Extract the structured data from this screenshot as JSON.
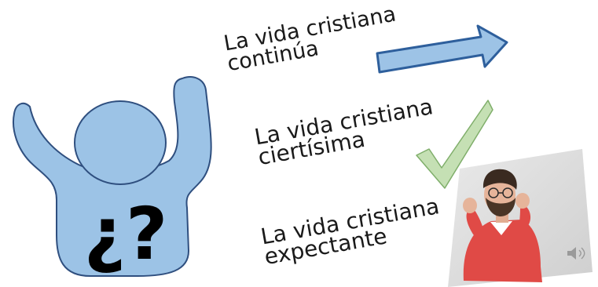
{
  "slide": {
    "figure_symbol": "¿?",
    "phrases": [
      {
        "line1": "La vida cristiana",
        "line2": "continúa",
        "marker": "arrow-right-icon"
      },
      {
        "line1": "La vida cristiana",
        "line2": "ciertísima",
        "marker": "checkmark-icon"
      },
      {
        "line1": "La vida cristiana",
        "line2": "expectante",
        "marker": "excited-man-photo"
      }
    ],
    "audio_icon": "speaker-icon",
    "colors": {
      "figure_fill": "#9cc3e6",
      "figure_stroke": "#2f4f7f",
      "arrow_fill": "#9dc3e6",
      "arrow_stroke": "#2e5f9c",
      "check_fill": "#c5e0b4",
      "check_stroke": "#7fae6a",
      "sweater": "#e04a46"
    }
  }
}
